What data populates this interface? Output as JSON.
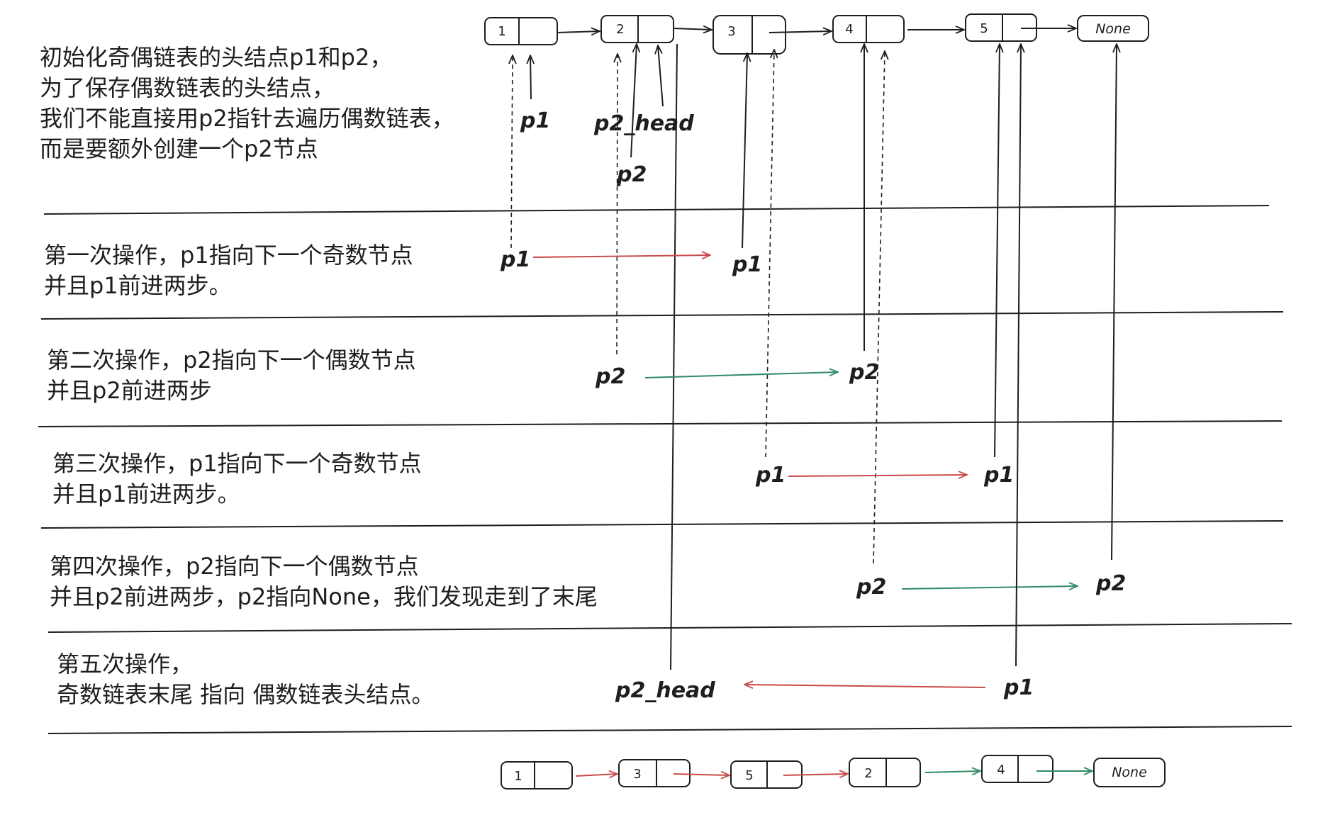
{
  "colors": {
    "ink": "#1e1e1e",
    "odd": "#c94a4a",
    "even": "#2e8b63"
  },
  "top_list": [
    "1",
    "2",
    "3",
    "4",
    "5",
    "None"
  ],
  "bottom_list": [
    "1",
    "3",
    "5",
    "2",
    "4",
    "None"
  ],
  "steps": [
    {
      "lines": [
        "初始化奇偶链表的头结点p1和p2，",
        "为了保存偶数链表的头结点，",
        "我们不能直接用p2指针去遍历偶数链表，",
        "而是要额外创建一个p2节点"
      ]
    },
    {
      "lines": [
        "第一次操作，p1指向下一个奇数节点",
        "并且p1前进两步。"
      ]
    },
    {
      "lines": [
        "第二次操作，p2指向下一个偶数节点",
        "并且p2前进两步"
      ]
    },
    {
      "lines": [
        "第三次操作，p1指向下一个奇数节点",
        "并且p1前进两步。"
      ]
    },
    {
      "lines": [
        "第四次操作，p2指向下一个偶数节点",
        "并且p2前进两步，p2指向None，我们发现走到了末尾"
      ]
    },
    {
      "lines": [
        "第五次操作，",
        "奇数链表末尾  指向  偶数链表头结点。"
      ]
    }
  ],
  "pointer_labels": {
    "init_p1": "p1",
    "init_p2_head": "p2_head",
    "init_p2": "p2",
    "s1_from": "p1",
    "s1_to": "p1",
    "s2_from": "p2",
    "s2_to": "p2",
    "s3_from": "p1",
    "s3_to": "p1",
    "s4_from": "p2",
    "s4_to": "p2",
    "s5_to": "p2_head",
    "s5_from": "p1"
  }
}
